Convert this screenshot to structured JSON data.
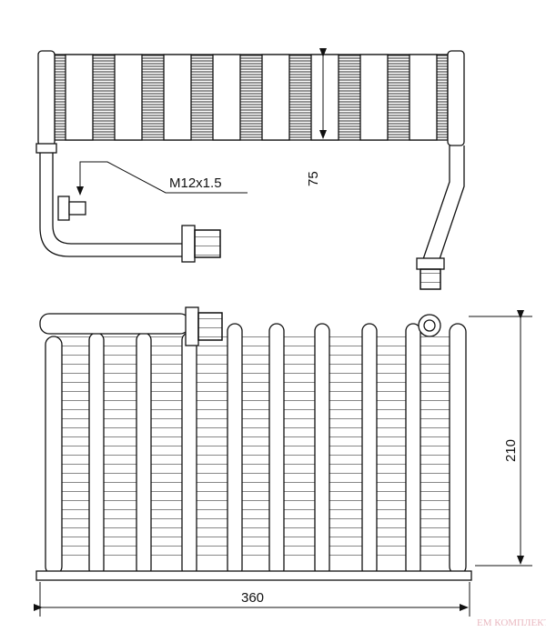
{
  "drawing": {
    "thread_label": "M12x1.5",
    "dim_depth": "75",
    "dim_height": "210",
    "dim_width": "360"
  },
  "watermark": {
    "text": "EM КОМПЛЕКТ"
  },
  "colors": {
    "line": "#111111",
    "watermark": "#e9b8c0"
  }
}
